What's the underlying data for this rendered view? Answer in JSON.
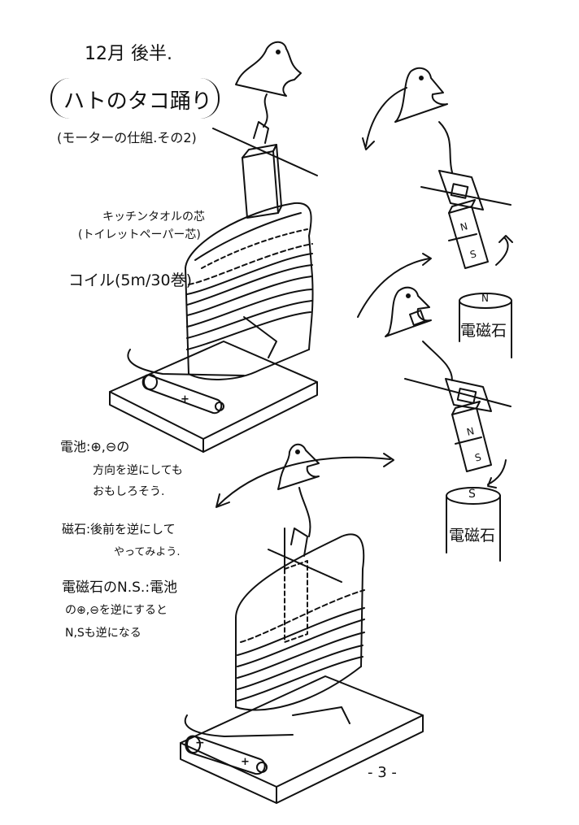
{
  "header": {
    "date": "12月 後半.",
    "title": "ハトのタコ踊り",
    "subtitle": "(モーターの仕組.その2)"
  },
  "labels": {
    "core": "キッチンタオルの芯",
    "core_alt": "(トイレットペーパー芯)",
    "coil": "コイル(5m/30巻)",
    "battery_plus": "+",
    "battery_minus": "−",
    "magnet_n": "N",
    "magnet_s": "S",
    "electromagnet_top_pole": "N",
    "electromagnet_top_label": "電磁石",
    "electromagnet_bottom_pole": "S",
    "electromagnet_bottom_label": "電磁石"
  },
  "notes": {
    "battery_line1": "電池:⊕,⊖の",
    "battery_line2": "方向を逆にしても",
    "battery_line3": "おもしろそう.",
    "magnet_line1": "磁石:後前を逆にして",
    "magnet_line2": "やってみよう.",
    "electro_line1": "電磁石のN.S.:電池",
    "electro_line2": "の⊕,⊖を逆にすると",
    "electro_line3": "N,Sも逆になる"
  },
  "footer": {
    "page_number": "- 3 -"
  }
}
